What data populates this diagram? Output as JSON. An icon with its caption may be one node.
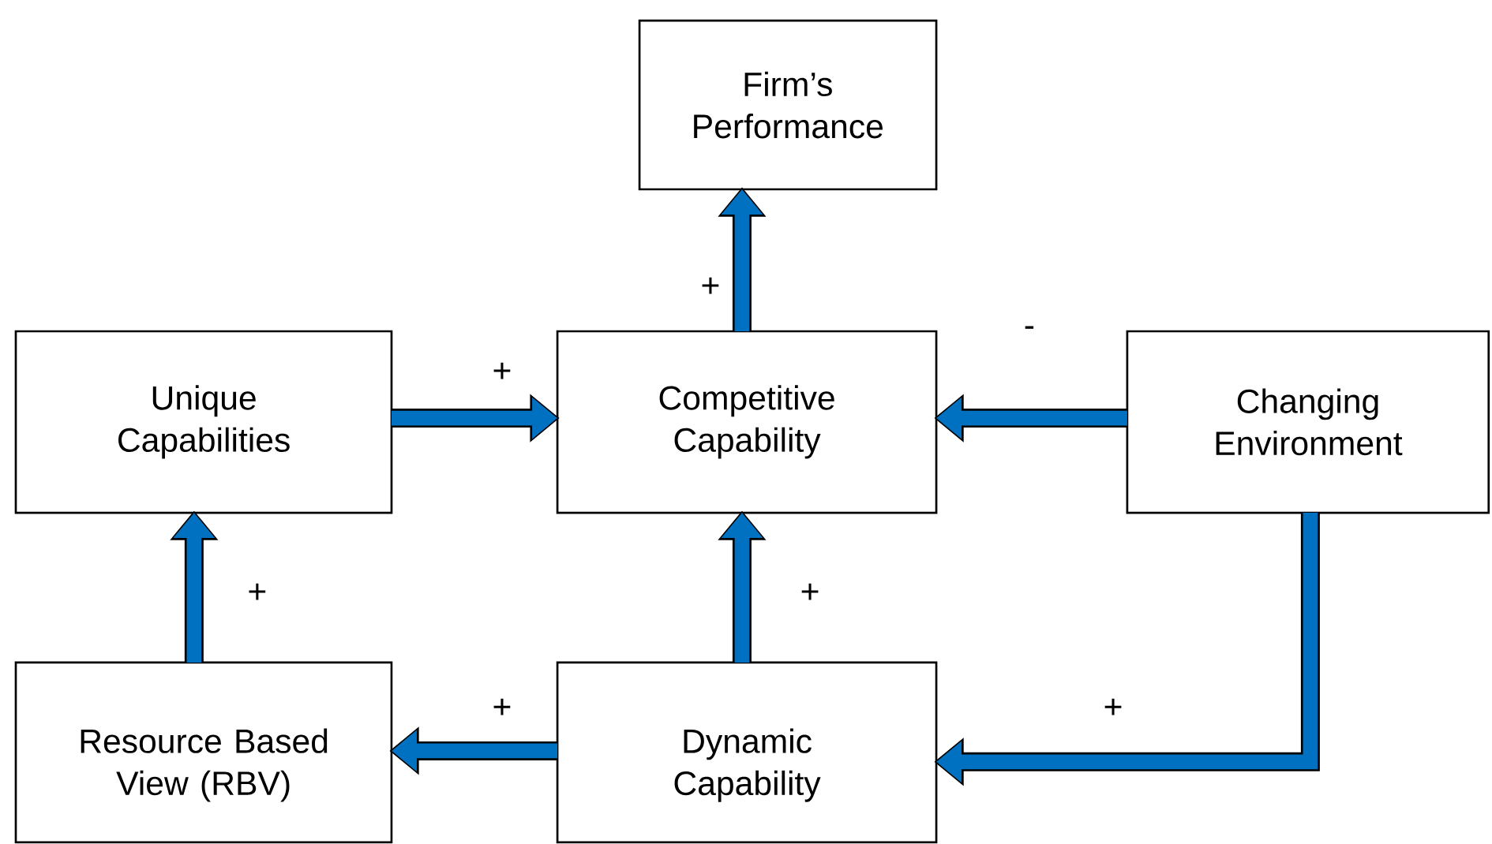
{
  "diagram": {
    "nodes": [
      {
        "text": [
          "Firm’s Performance"
        ]
      },
      {
        "text": [
          "Unique Capabilities"
        ]
      },
      {
        "text": [
          "Competitive Capability"
        ]
      },
      {
        "text": [
          "Changing Environment"
        ]
      },
      {
        "text": [
          "Resource Based View (RBV)"
        ]
      },
      {
        "text": [
          "Dynamic Capability"
        ]
      }
    ],
    "edges": [
      {
        "from": 2,
        "to": 0,
        "arrow": "to",
        "label": "+"
      },
      {
        "from": 1,
        "to": 2,
        "arrow": "to",
        "label": "+"
      },
      {
        "from": 3,
        "to": 2,
        "arrow": "to",
        "label": "-"
      },
      {
        "from": 4,
        "to": 1,
        "arrow": "to",
        "label": "+"
      },
      {
        "from": 5,
        "to": 2,
        "arrow": "to",
        "label": "+"
      },
      {
        "from": 5,
        "to": 4,
        "arrow": "to",
        "label": "+"
      },
      {
        "from": 3,
        "to": 5,
        "arrow": "to",
        "label": "+"
      }
    ]
  }
}
